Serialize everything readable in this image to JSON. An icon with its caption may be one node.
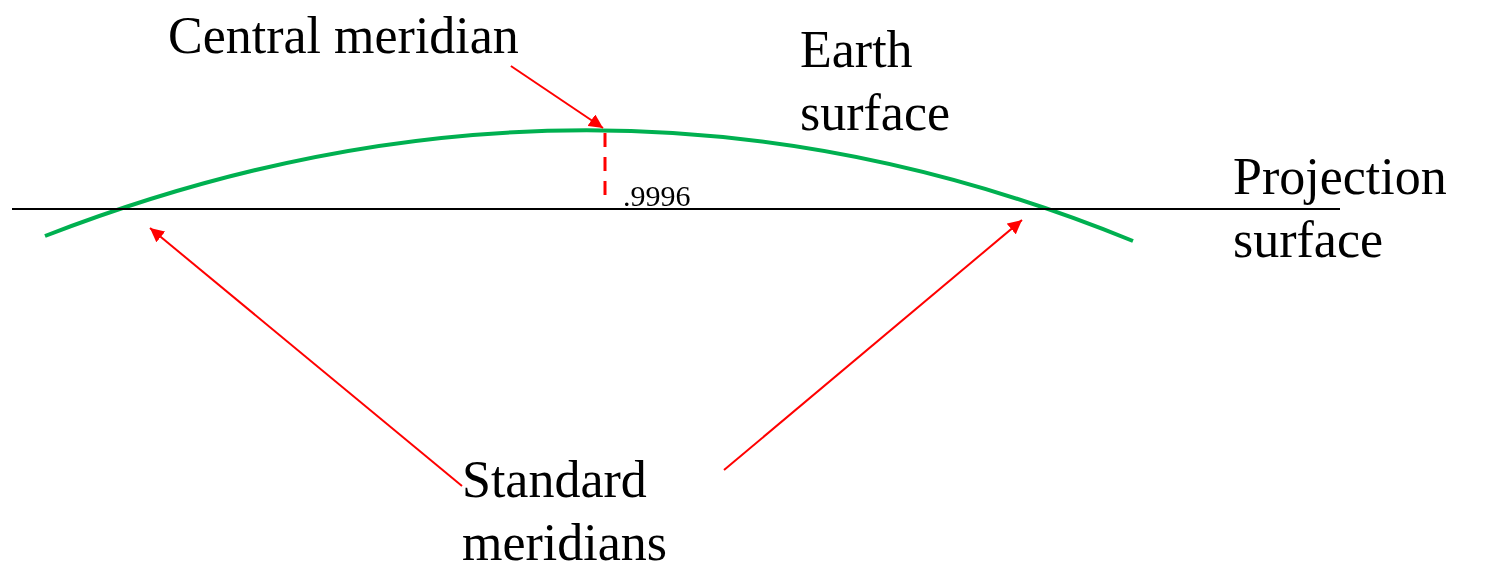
{
  "diagram": {
    "nodes": [
      {
        "text": [
          "Central meridian"
        ]
      },
      {
        "text": [],
        "shape": "curve"
      },
      {
        "text": [
          "Standard meridians"
        ]
      }
    ],
    "edges": [
      {
        "from": 0,
        "to": 1,
        "arrow": "to"
      },
      {
        "from": 2,
        "to": 1,
        "arrow": "to"
      },
      {
        "from": 2,
        "to": 1,
        "arrow": "to"
      }
    ],
    "labels": [
      "Earth surface",
      "Projection surface",
      ".9996"
    ]
  }
}
